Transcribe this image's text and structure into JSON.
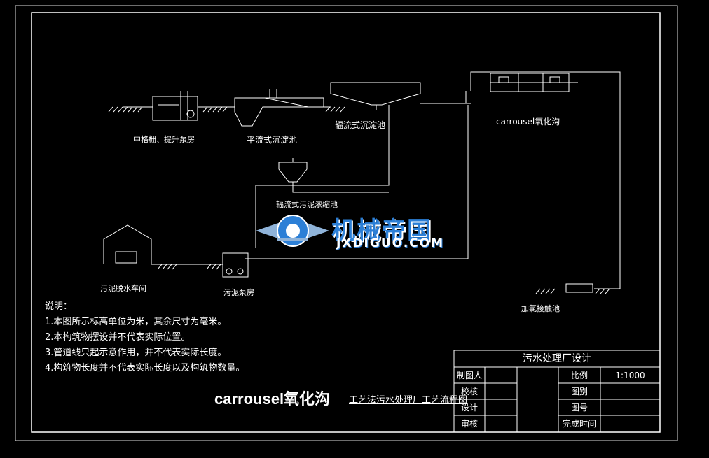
{
  "labels": {
    "screen_pump": "中格栅、提升泵房",
    "advection_settle": "平流式沉淀池",
    "radial_settle": "辐流式沉淀池",
    "carrousel_ditch": "carrousel氧化沟",
    "sludge_thicken": "辐流式污泥浓缩池",
    "sludge_dewater": "污泥脱水车间",
    "sludge_pump": "污泥泵房",
    "chlorine_contact": "加氯接触池"
  },
  "notes": {
    "heading": "说明：",
    "items": [
      "1.本图所示标高单位为米，其余尺寸为毫米。",
      "2.本构筑物摆设并不代表实际位置。",
      "3.管道线只起示意作用，并不代表实际长度。",
      "4.构筑物长度并不代表实际长度以及构筑物数量。"
    ]
  },
  "title_block": {
    "project": "污水处理厂设计",
    "left_labels": [
      "制图人",
      "校核",
      "设计",
      "审核"
    ],
    "right_labels": [
      "比例",
      "图别",
      "图号",
      "完成时间"
    ],
    "scale_value": "1:1000"
  },
  "drawing_title": {
    "main": "carrousel氧化沟",
    "sub": "工艺法污水处理厂工艺流程图"
  },
  "watermark": {
    "cn": "机械帝国",
    "en": "JXDIGUO.COM",
    "colors": {
      "blue": "#2c7fd6",
      "steel": "#8fb3d9"
    }
  }
}
